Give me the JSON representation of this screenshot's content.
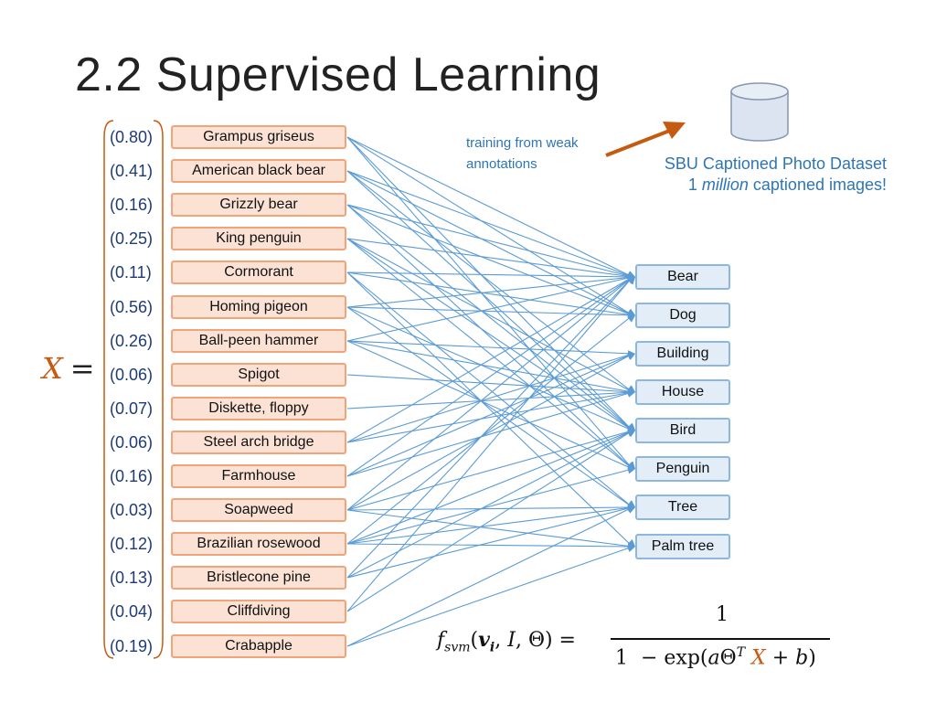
{
  "title": "2.2 Supervised Learning",
  "concepts": [
    {
      "label": "Grampus griseus",
      "score": "(0.80)"
    },
    {
      "label": "American black bear",
      "score": "(0.41)"
    },
    {
      "label": "Grizzly bear",
      "score": "(0.16)"
    },
    {
      "label": "King penguin",
      "score": "(0.25)"
    },
    {
      "label": "Cormorant",
      "score": "(0.11)"
    },
    {
      "label": "Homing pigeon",
      "score": "(0.56)"
    },
    {
      "label": "Ball-peen hammer",
      "score": "(0.26)"
    },
    {
      "label": "Spigot",
      "score": "(0.06)"
    },
    {
      "label": "Diskette, floppy",
      "score": "(0.07)"
    },
    {
      "label": "Steel arch bridge",
      "score": "(0.06)"
    },
    {
      "label": "Farmhouse",
      "score": "(0.16)"
    },
    {
      "label": "Soapweed",
      "score": "(0.03)"
    },
    {
      "label": "Brazilian rosewood",
      "score": "(0.12)"
    },
    {
      "label": "Bristlecone pine",
      "score": "(0.13)"
    },
    {
      "label": "Cliffdiving",
      "score": "(0.04)"
    },
    {
      "label": "Crabapple",
      "score": "(0.19)"
    }
  ],
  "labels": [
    "Bear",
    "Dog",
    "Building",
    "House",
    "Bird",
    "Penguin",
    "Tree",
    "Palm tree"
  ],
  "x_symbol": "X",
  "x_equals": "=",
  "weak_note": [
    "training from weak",
    "annotations"
  ],
  "dataset": {
    "line1": "SBU Captioned Photo Dataset",
    "line2_prefix": "1 ",
    "line2_em": "million",
    "line2_suffix": " captioned images!"
  },
  "colors": {
    "concept_fill": "#fbe2d5",
    "concept_border": "#f0a47a",
    "label_fill": "#e2edf8",
    "label_border": "#8bb7e0",
    "edge": "#5b9bd5",
    "arrow": "#c55a11",
    "accent_text": "#2e75b6",
    "x_symbol": "#c55a11"
  },
  "edges": [
    [
      0,
      0
    ],
    [
      0,
      1
    ],
    [
      0,
      4
    ],
    [
      0,
      5
    ],
    [
      1,
      0
    ],
    [
      1,
      1
    ],
    [
      1,
      3
    ],
    [
      1,
      4
    ],
    [
      2,
      0
    ],
    [
      2,
      1
    ],
    [
      2,
      4
    ],
    [
      2,
      5
    ],
    [
      3,
      0
    ],
    [
      3,
      3
    ],
    [
      3,
      4
    ],
    [
      3,
      5
    ],
    [
      4,
      0
    ],
    [
      4,
      1
    ],
    [
      4,
      6
    ],
    [
      4,
      7
    ],
    [
      5,
      0
    ],
    [
      5,
      1
    ],
    [
      5,
      4
    ],
    [
      5,
      6
    ],
    [
      6,
      0
    ],
    [
      6,
      2
    ],
    [
      6,
      3
    ],
    [
      6,
      5
    ],
    [
      7,
      3
    ],
    [
      8,
      3
    ],
    [
      9,
      0
    ],
    [
      9,
      2
    ],
    [
      9,
      3
    ],
    [
      10,
      0
    ],
    [
      10,
      2
    ],
    [
      10,
      3
    ],
    [
      11,
      0
    ],
    [
      11,
      2
    ],
    [
      11,
      4
    ],
    [
      11,
      6
    ],
    [
      11,
      7
    ],
    [
      12,
      1
    ],
    [
      12,
      4
    ],
    [
      12,
      5
    ],
    [
      12,
      6
    ],
    [
      12,
      7
    ],
    [
      13,
      0
    ],
    [
      13,
      4
    ],
    [
      13,
      6
    ],
    [
      14,
      0
    ],
    [
      14,
      4
    ],
    [
      15,
      6
    ],
    [
      15,
      7
    ]
  ]
}
